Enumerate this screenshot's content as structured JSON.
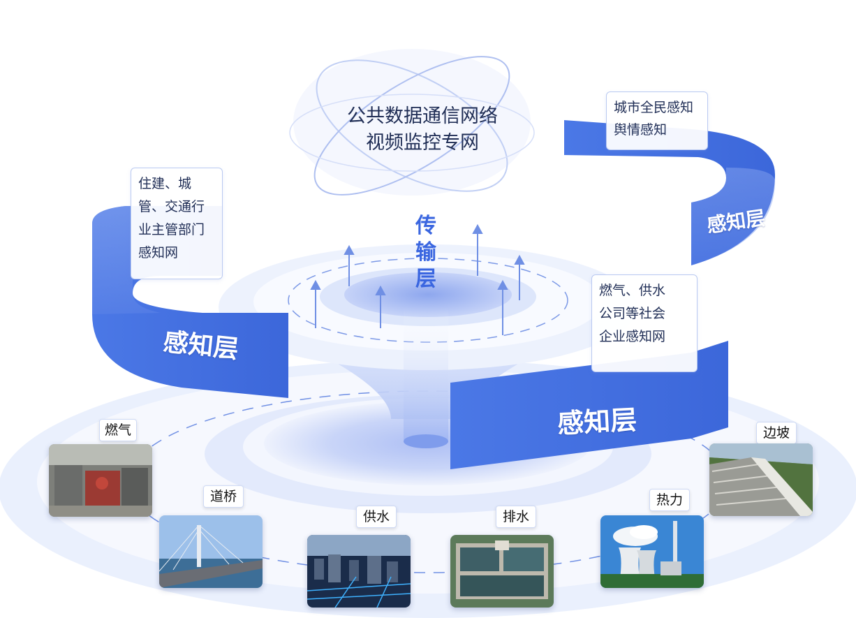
{
  "center": {
    "lines": [
      "公共数据通信网络",
      "视频监控专网"
    ],
    "transport_label": "传输层"
  },
  "bands": {
    "left_label": "感知层",
    "right_top_label": "感知层",
    "right_bottom_label": "感知层"
  },
  "cards": {
    "left": "住建、城\n管、交通行\n业主管部门\n感知网",
    "right_top": "城市全民感知\n舆情感知",
    "right_mid": "燃气、供水\n公司等社会\n企业感知网"
  },
  "categories": [
    {
      "label": "燃气",
      "icon": "gas-facility-photo"
    },
    {
      "label": "道桥",
      "icon": "bridge-photo"
    },
    {
      "label": "供水",
      "icon": "city-water-photo"
    },
    {
      "label": "排水",
      "icon": "drainage-plant-photo"
    },
    {
      "label": "热力",
      "icon": "power-plant-photo"
    },
    {
      "label": "边坡",
      "icon": "slope-photo"
    }
  ],
  "colors": {
    "band_blue": "#3f6de0",
    "band_light": "#7d9cee",
    "ring_light": "#dfe7fb",
    "accent": "#3a66e0",
    "text_dark": "#1f2d55"
  }
}
